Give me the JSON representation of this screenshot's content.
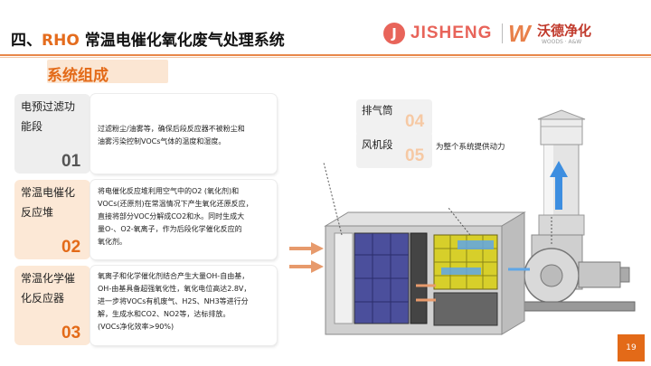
{
  "header": {
    "title_prefix": "四、",
    "title_rho": "RHO",
    "title_rest": " 常温电催化氧化废气处理系统",
    "subtitle": "系统组成"
  },
  "logos": {
    "jisheng_mark": "J",
    "jisheng_text": "JISHENG",
    "woods_mark": "W",
    "woods_cn": "沃德净化",
    "woods_en": "WOODS · A&W"
  },
  "sections": [
    {
      "label_line1": "电预过滤功",
      "label_line2": "能段",
      "number": "01",
      "description": [
        "过滤粉尘/油雾等，确保后段反应器不被粉尘和",
        "油雾污染控制VOCs气体的温度和湿度。"
      ]
    },
    {
      "label_line1": "常温电催化",
      "label_line2": "反应堆",
      "number": "02",
      "description": [
        "将电催化反应堆利用空气中的O2 (氧化剂)和",
        "VOCs(还原剂)在常温情况下产生氧化还原反应，",
        "直接将部分VOC分解成CO2和水。同时生成大",
        "量O-、O2-氧离子，作为后段化学催化反应的",
        "氧化剂。"
      ]
    },
    {
      "label_line1": "常温化学催",
      "label_line2": "化反应器",
      "number": "03",
      "description": [
        "氧离子和化学催化剂结合产生大量OH-自由基，",
        "OH-由基具备超强氧化性，氧化电位高达2.8V，",
        "进一步将VOCs有机废气、H2S、NH3等进行分",
        "解，生成水和CO2、NO2等，达标排放。",
        "(VOCs净化效率>90%)"
      ]
    }
  ],
  "components": [
    {
      "label": "排气筒",
      "number": "04",
      "description": ""
    },
    {
      "label": "风机段",
      "number": "05",
      "description": "为整个系统提供动力"
    }
  ],
  "page_number": "19",
  "colors": {
    "accent": "#e36a18",
    "card_gray": "#eeeeee",
    "card_peach": "#fce8d6",
    "arrow_blue": "#4a90d9"
  }
}
